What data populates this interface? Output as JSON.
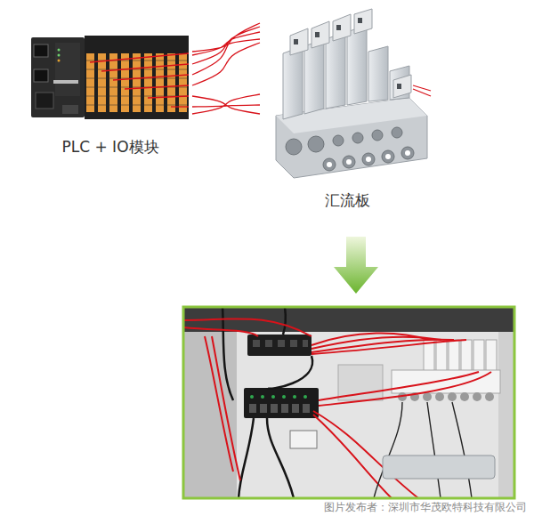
{
  "diagram": {
    "nodes": [
      {
        "text": [
          "PLC + IO模块"
        ]
      },
      {
        "text": [
          "汇流板"
        ]
      }
    ],
    "edges": [
      {
        "from": 0,
        "to": 1,
        "arrow": "none"
      }
    ],
    "labels": [
      "图片发布者：深圳市华茂欧特科技有限公司"
    ]
  }
}
